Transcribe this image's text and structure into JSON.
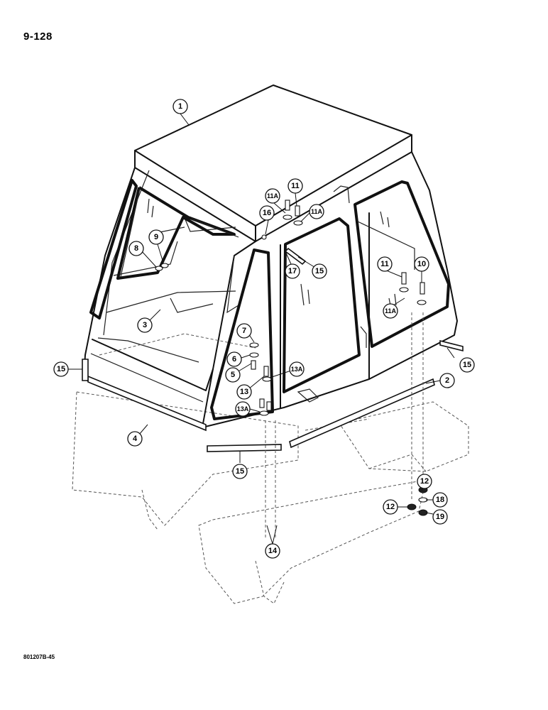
{
  "page_number": "9-128",
  "doc_code": "801207B-45",
  "callouts": [
    "1",
    "2",
    "3",
    "4",
    "5",
    "6",
    "7",
    "8",
    "9",
    "10",
    "11",
    "11",
    "11A",
    "11A",
    "11",
    "11A",
    "12",
    "12",
    "13",
    "13A",
    "13A",
    "14",
    "15",
    "15",
    "15",
    "15",
    "16",
    "17",
    "18",
    "19"
  ]
}
